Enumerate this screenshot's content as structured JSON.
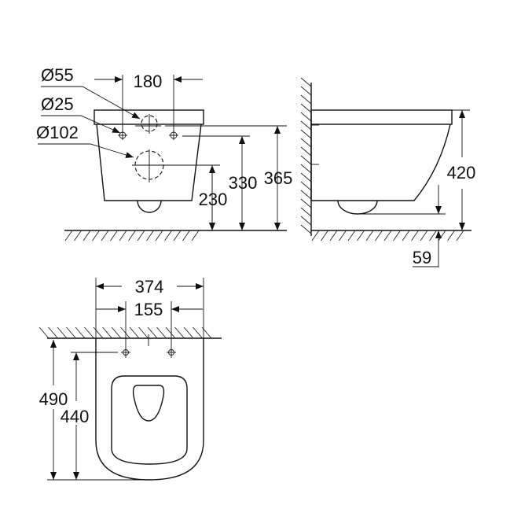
{
  "title": "Wall-hung toilet dimension drawing",
  "front_view": {
    "d55": "Ø55",
    "d25": "Ø25",
    "d102": "Ø102",
    "w180": "180",
    "h230": "230",
    "h330": "330",
    "h365": "365"
  },
  "side_view": {
    "h420": "420",
    "h59": "59"
  },
  "top_view": {
    "w374": "374",
    "w155": "155",
    "l490": "490",
    "l440": "440"
  }
}
